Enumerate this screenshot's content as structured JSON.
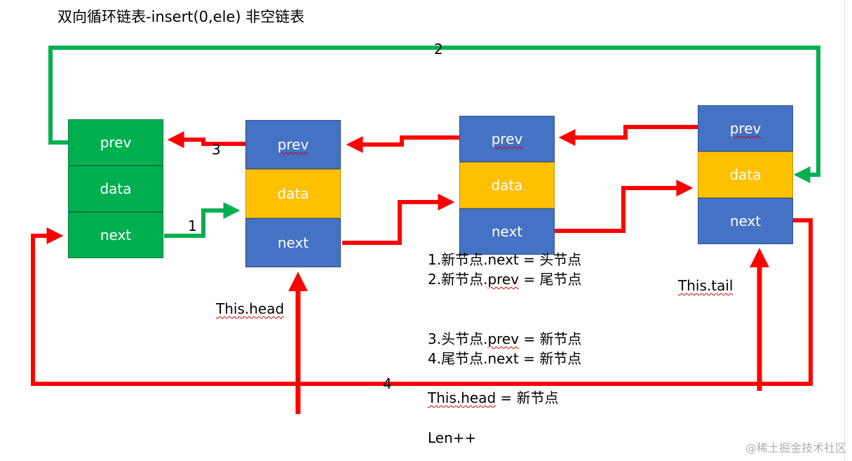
{
  "title": "双向循环链表-insert(0,ele)   非空链表",
  "nodes": [
    {
      "prev": "prev",
      "data": "data",
      "next": "next"
    },
    {
      "prev": "prev",
      "data": "data",
      "next": "next"
    },
    {
      "prev": "prev",
      "data": "data",
      "next": "next"
    },
    {
      "prev": "prev",
      "data": "data",
      "next": "next"
    }
  ],
  "labels": {
    "head": "This.head",
    "tail": "This.tail",
    "n1": "1",
    "n2": "2",
    "n3": "3",
    "n4": "4"
  },
  "steps": [
    "1.新节点.next =  头节点",
    "2.新节点.prev = 尾节点",
    "3.头节点.prev = 新节点",
    "4.尾节点.next = 新节点",
    "This.head = 新节点",
    "Len++"
  ],
  "watermark": "@稀土掘金技术社区",
  "colors": {
    "green": "#00b050",
    "blue": "#4472c4",
    "yellow": "#ffc000",
    "red": "#ff0000"
  }
}
